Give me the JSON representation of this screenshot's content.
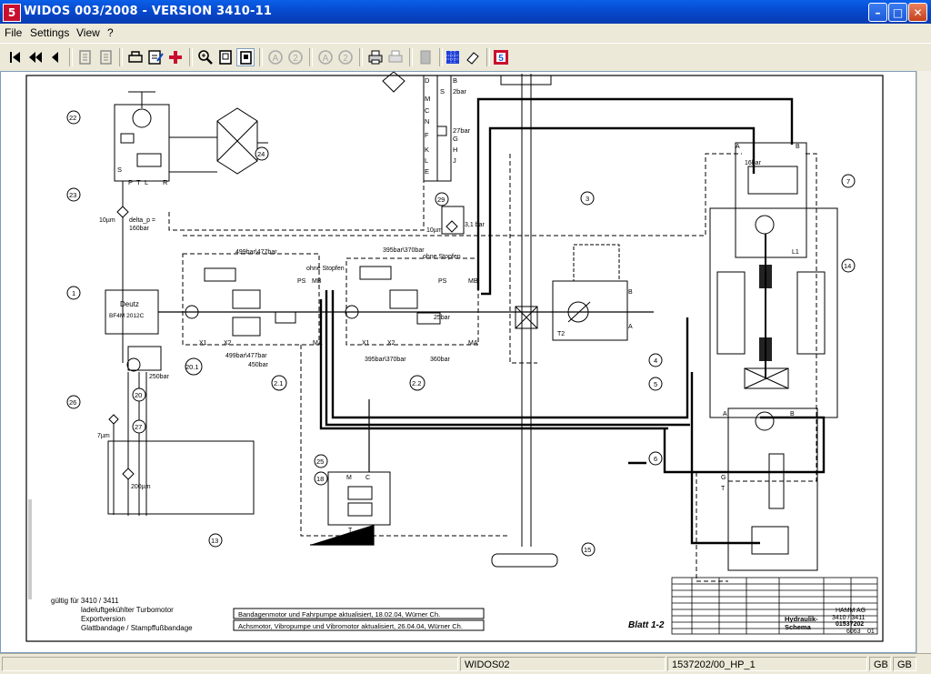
{
  "window": {
    "title": "WIDOS 003/2008 - VERSION 3410-11",
    "app_icon_letter": "5",
    "minimize_glyph": "–",
    "maximize_glyph": "□",
    "close_glyph": "✕"
  },
  "menu": {
    "items": [
      "File",
      "Settings",
      "View",
      "?"
    ]
  },
  "toolbar": {
    "buttons": [
      "first-icon",
      "prev-fast-icon",
      "prev-icon",
      "doc-back-icon",
      "doc-forward-icon",
      "print-page-icon",
      "edit-icon",
      "add-red-cross-icon",
      "zoom-icon",
      "page-icon",
      "page-selected-icon",
      "a-circle-icon",
      "two-circle-icon",
      "a-circle-2-icon",
      "two-circle-2-icon",
      "printer-icon",
      "printer-2-icon",
      "binder-icon",
      "grid-icon",
      "eraser-icon",
      "widos-icon"
    ]
  },
  "schematic": {
    "ports_top": [
      "D",
      "B",
      "M",
      "S",
      "2bar",
      "C",
      "N",
      "F",
      "27bar",
      "G",
      "H",
      "K",
      "J",
      "L",
      "E"
    ],
    "labels": {
      "p22": "22",
      "p24": "24",
      "p23": "23",
      "p1": "1",
      "p26": "26",
      "p27": "27",
      "p20": "20",
      "p20_1": "20.1",
      "p29": "29",
      "p3": "3",
      "p7": "7",
      "p14": "14",
      "p4": "4",
      "p5": "5",
      "p6": "6",
      "p2_1": "2.1",
      "p2_2": "2.2",
      "p25": "25",
      "p18": "18",
      "p13": "13",
      "p15": "15",
      "deutz": "Deutz",
      "engine": "BF4M 2012C",
      "delta_p": "delta_p =",
      "delta_p_val": "160bar",
      "tenum": "10µm",
      "tenum2": "10µm",
      "b31bar": "3,1 bar",
      "b16bar": "16bar",
      "b250bar": "250bar",
      "b7um": "7µm",
      "b200um": "200µm",
      "b499a": "499bar\\477bar",
      "b499b": "499bar\\477bar",
      "b450": "450bar",
      "b395a": "395bar\\370bar",
      "b395b": "395bar\\370bar",
      "b360": "360bar",
      "b25": "25bar",
      "ohne1": "ohne Stopfen",
      "ohne2": "ohne Stopfen",
      "ps1": "PS",
      "ps2": "PS",
      "mb1": "MB",
      "mb2": "MB",
      "ma1": "MA",
      "ma2": "MA",
      "x1a": "X1",
      "x2a": "X2",
      "x1b": "X1",
      "x2b": "X2",
      "t2": "T2",
      "a7": "A",
      "b7": "B",
      "l1": "L1",
      "a4": "A",
      "b4": "B",
      "a6": "A",
      "b6": "B",
      "cg": "G",
      "ct": "T",
      "mc": "M",
      "cc": "C",
      "ct2": "T",
      "pp": "P",
      "s1": "S",
      "p1l": "P",
      "t1l": "T",
      "l1l": "L",
      "r1l": "R"
    },
    "footer_left": [
      "gültig für    3410 / 3411",
      "ladeluftgekühlter Turbomotor",
      "Exportversion",
      "Glattbandage / Stampffußbandage"
    ],
    "change_notes": [
      "Bandagenmotor und Fahrpumpe aktualisiert, 18.02.04, Würner Ch.",
      "Achsmotor, Vibropumpe und Vibromotor aktualisiert, 26.04.04, Würner Ch."
    ],
    "sheet": "Blatt 1-2",
    "title_block": {
      "drawing_title_1": "Hydraulik-",
      "drawing_title_2": "Schema",
      "drawing_no": "01537202",
      "model": "3410 / 3411",
      "company": "HAMM AG",
      "sub_no": "6063",
      "sheet_no": "01"
    }
  },
  "status": {
    "panel1": "",
    "panel2": "WIDOS02",
    "panel3": "1537202/00_HP_1",
    "panel4": "GB",
    "panel5": "GB"
  }
}
